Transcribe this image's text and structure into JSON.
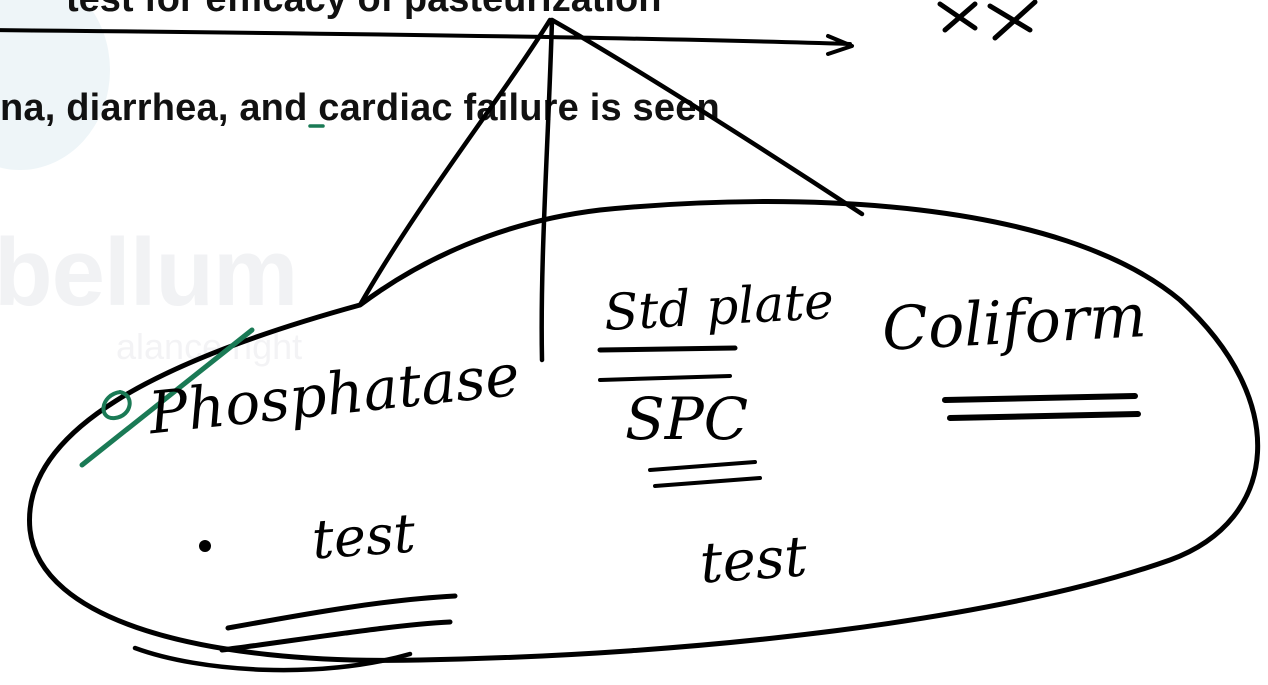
{
  "document": {
    "top_line": "test for efficacy of pasteurization",
    "body_line": "na, diarrhea, and cardiac failure is seen"
  },
  "watermark": {
    "logo_text": "bellum",
    "tagline": "alance right"
  },
  "annotations": {
    "label_1": "Phosphatase",
    "label_1_sub": "test",
    "label_2_top": "Std plate",
    "label_2": "SPC",
    "label_2_sub": "test",
    "label_3": "Coliform",
    "pen_colors": {
      "black": "#000000",
      "green": "#1a7a55"
    }
  }
}
